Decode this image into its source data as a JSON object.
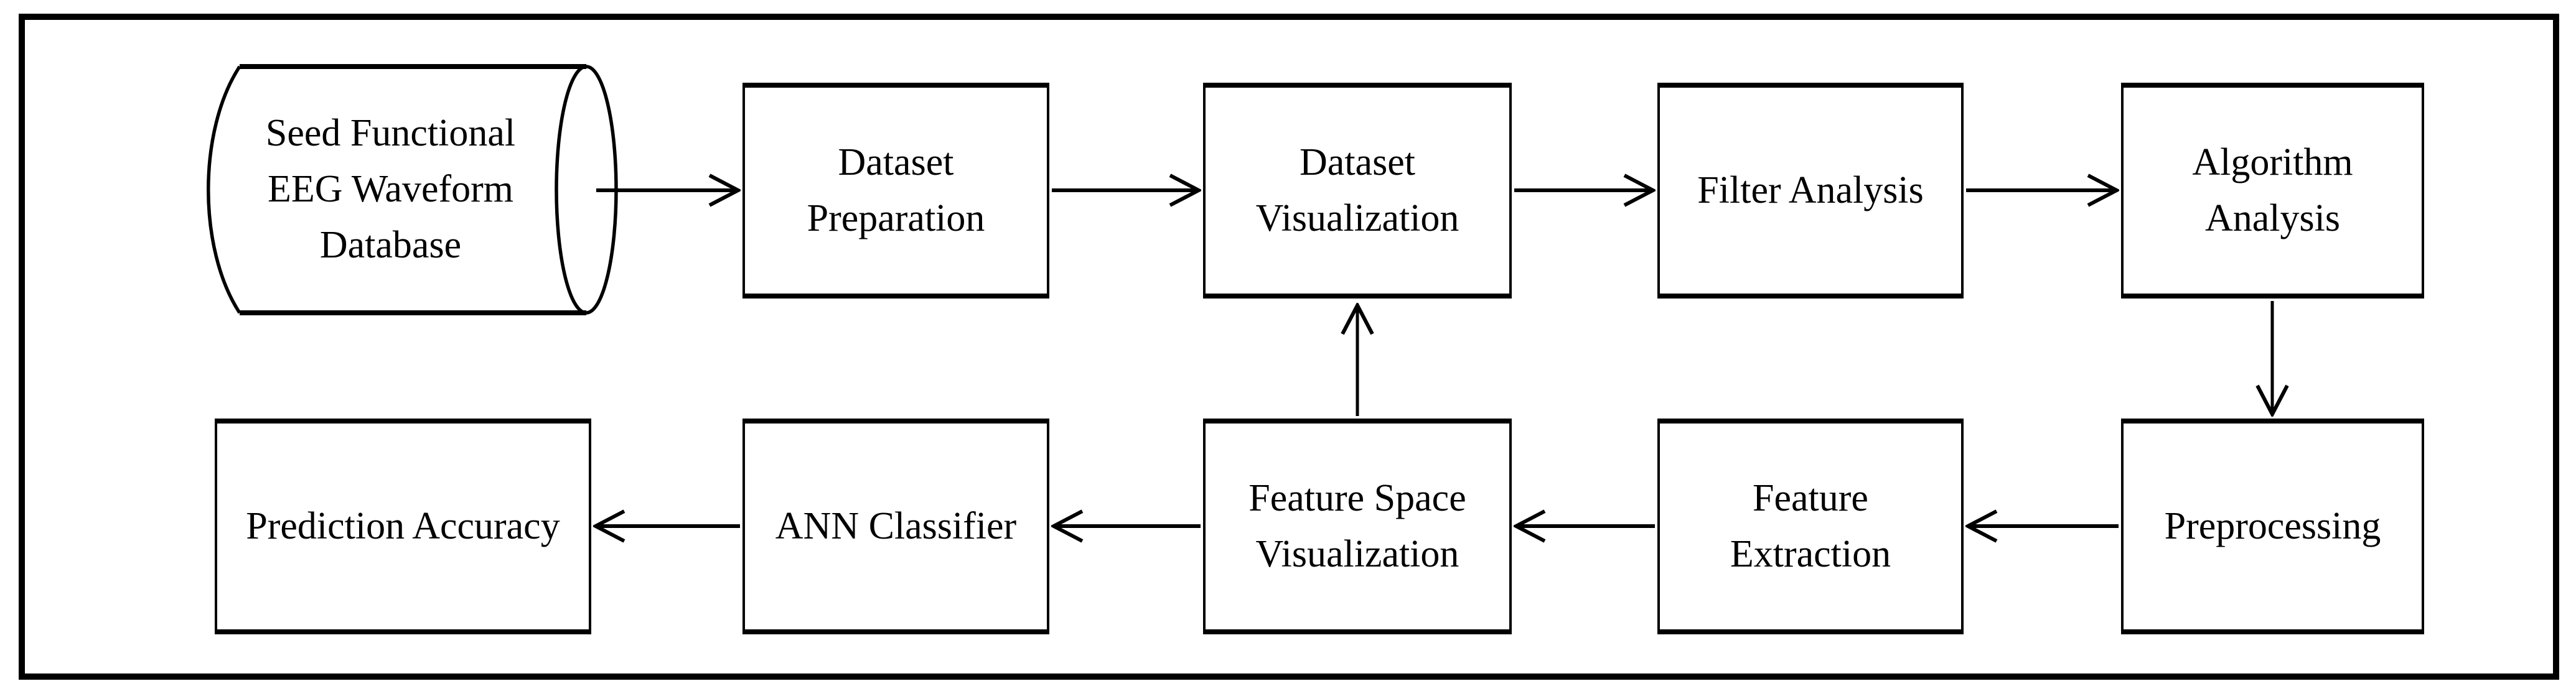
{
  "figure": {
    "type": "flowchart",
    "background_color": "#ffffff",
    "ink_color": "#000000"
  },
  "nodes": {
    "seed_database": {
      "shape": "cylinder",
      "label": "Seed Functional\nEEG Waveform\nDatabase"
    },
    "dataset_preparation": {
      "shape": "rectangle",
      "label": "Dataset\nPreparation"
    },
    "dataset_visualization": {
      "shape": "rectangle",
      "label": "Dataset\nVisualization"
    },
    "filter_analysis": {
      "shape": "rectangle",
      "label": "Filter Analysis"
    },
    "algorithm_analysis": {
      "shape": "rectangle",
      "label": "Algorithm\nAnalysis"
    },
    "preprocessing": {
      "shape": "rectangle",
      "label": "Preprocessing"
    },
    "feature_extraction": {
      "shape": "rectangle",
      "label": "Feature\nExtraction"
    },
    "feature_space_visualization": {
      "shape": "rectangle",
      "label": "Feature Space\nVisualization"
    },
    "ann_classifier": {
      "shape": "rectangle",
      "label": "ANN Classifier"
    },
    "prediction_accuracy": {
      "shape": "rectangle",
      "label": "Prediction Accuracy"
    }
  },
  "edges": [
    {
      "from": "seed_database",
      "to": "dataset_preparation"
    },
    {
      "from": "dataset_preparation",
      "to": "dataset_visualization"
    },
    {
      "from": "dataset_visualization",
      "to": "filter_analysis"
    },
    {
      "from": "filter_analysis",
      "to": "algorithm_analysis"
    },
    {
      "from": "algorithm_analysis",
      "to": "preprocessing"
    },
    {
      "from": "preprocessing",
      "to": "feature_extraction"
    },
    {
      "from": "feature_extraction",
      "to": "feature_space_visualization"
    },
    {
      "from": "feature_space_visualization",
      "to": "ann_classifier"
    },
    {
      "from": "ann_classifier",
      "to": "prediction_accuracy"
    },
    {
      "from": "feature_space_visualization",
      "to": "dataset_visualization"
    }
  ]
}
